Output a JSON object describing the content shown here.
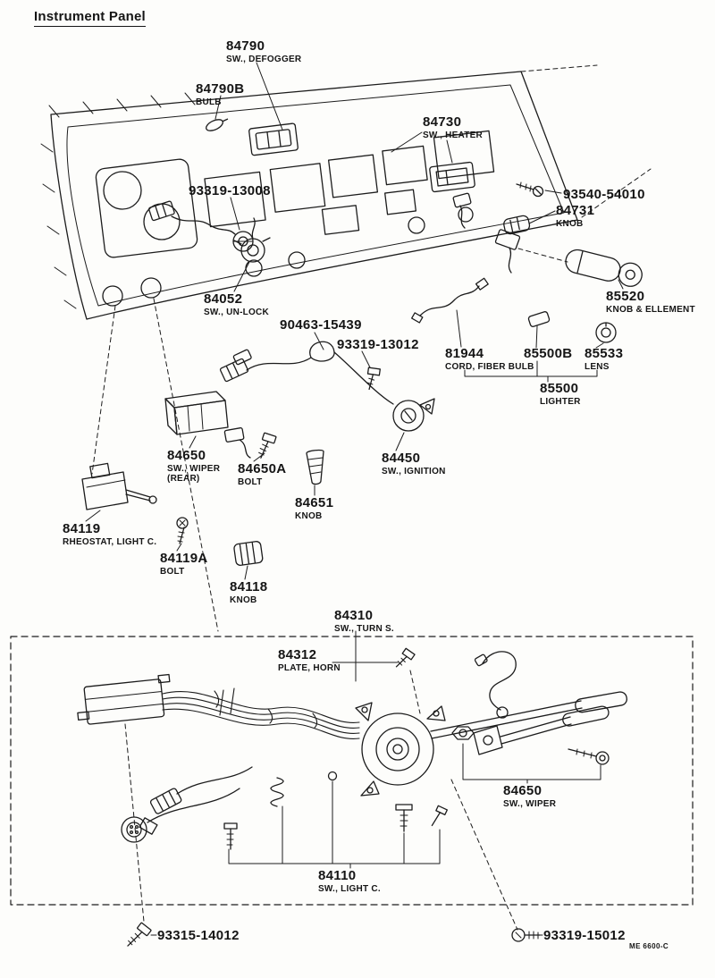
{
  "page": {
    "title": "Instrument Panel",
    "footer_code": "ME  6600-C"
  },
  "labels": [
    {
      "num": "84790",
      "desc": "SW., DEFOGGER"
    },
    {
      "num": "84790B",
      "desc": "BULB"
    },
    {
      "num": "84730",
      "desc": "SW., HEATER"
    },
    {
      "num": "93319-13008",
      "desc": ""
    },
    {
      "num": "93540-54010",
      "desc": ""
    },
    {
      "num": "84731",
      "desc": "KNOB"
    },
    {
      "num": "84052",
      "desc": "SW., UN-LOCK"
    },
    {
      "num": "85520",
      "desc": "KNOB & ELLEMENT"
    },
    {
      "num": "90463-15439",
      "desc": ""
    },
    {
      "num": "93319-13012",
      "desc": ""
    },
    {
      "num": "81944",
      "desc": "CORD, FIBER BULB"
    },
    {
      "num": "85500B",
      "desc": ""
    },
    {
      "num": "85533",
      "desc": "LENS"
    },
    {
      "num": "85500",
      "desc": "LIGHTER"
    },
    {
      "num": "84650",
      "desc": "SW., WIPER",
      "desc2": "(REAR)"
    },
    {
      "num": "84650A",
      "desc": "BOLT"
    },
    {
      "num": "84651",
      "desc": "KNOB"
    },
    {
      "num": "84450",
      "desc": "SW., IGNITION"
    },
    {
      "num": "84119",
      "desc": "RHEOSTAT, LIGHT C."
    },
    {
      "num": "84119A",
      "desc": "BOLT"
    },
    {
      "num": "84118",
      "desc": "KNOB"
    },
    {
      "num": "84310",
      "desc": "SW., TURN S."
    },
    {
      "num": "84312",
      "desc": "PLATE, HORN"
    },
    {
      "num": "84650",
      "desc": "SW., WIPER"
    },
    {
      "num": "84110",
      "desc": "SW., LIGHT C."
    },
    {
      "num": "93315-14012",
      "desc": ""
    },
    {
      "num": "93319-15012",
      "desc": ""
    }
  ]
}
